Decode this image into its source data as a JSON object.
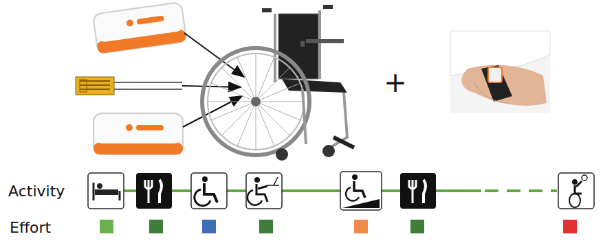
{
  "diagram": {
    "labels": [
      "+",
      "Activity",
      "Effort"
    ]
  }
}
